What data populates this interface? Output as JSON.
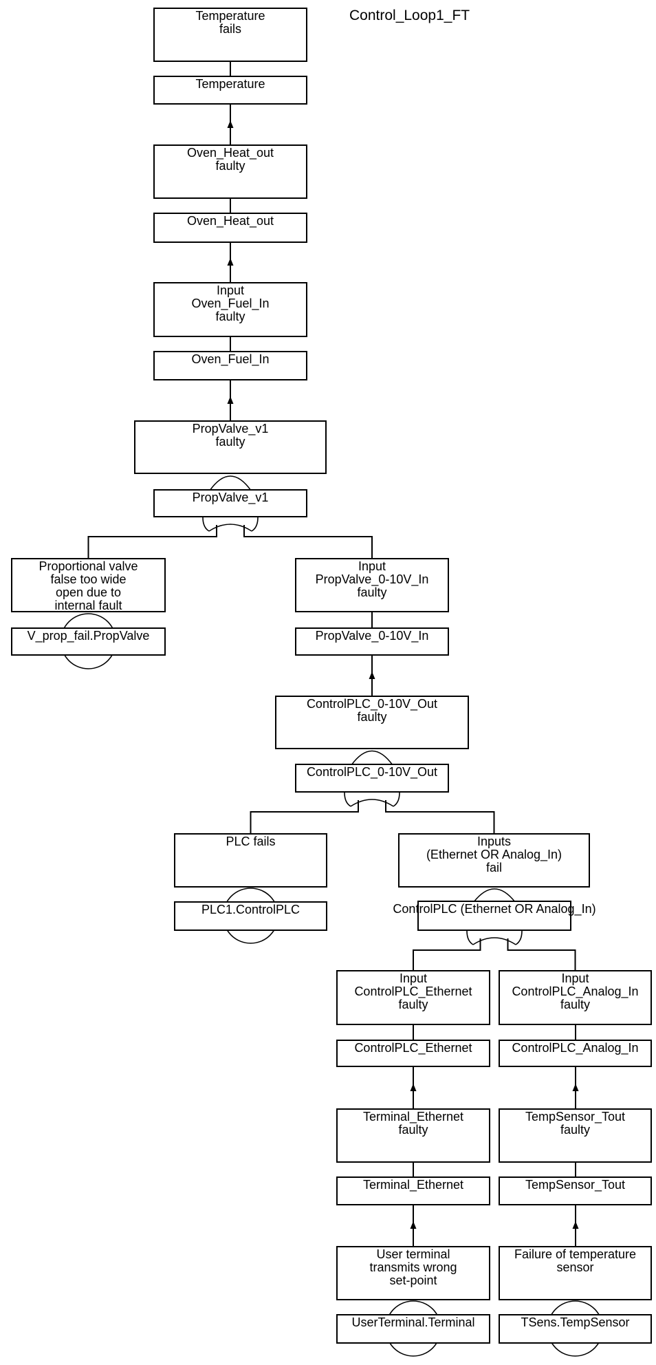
{
  "title": "Control_Loop1_FT",
  "diagram_type": "fault-tree",
  "colors": {
    "line": "#000000",
    "background": "#ffffff",
    "text": "#000000"
  },
  "symbols": {
    "or_gates_under": [
      "PropValve_v1",
      "ControlPLC_0-10V_Out",
      "ControlPLC (Ethernet OR Analog_In)"
    ],
    "basic_event_circles_under": [
      "V_prop_fail.PropValve",
      "PLC1.ControlPLC",
      "UserTerminal.Terminal",
      "TSens.TempSensor"
    ]
  },
  "nodes": {
    "t_fails": {
      "type": "event",
      "lines": [
        "Temperature",
        "fails"
      ]
    },
    "t_port": {
      "type": "ref",
      "label": "Temperature"
    },
    "oho_faulty": {
      "type": "event",
      "lines": [
        "Oven_Heat_out",
        "faulty"
      ]
    },
    "oho_port": {
      "type": "ref",
      "label": "Oven_Heat_out"
    },
    "ofi_faulty": {
      "type": "event",
      "lines": [
        "Input",
        "Oven_Fuel_In",
        "faulty"
      ]
    },
    "ofi_port": {
      "type": "ref",
      "label": "Oven_Fuel_In"
    },
    "pv_faulty": {
      "type": "event",
      "lines": [
        "PropValve_v1",
        "faulty"
      ]
    },
    "pv_comp": {
      "type": "ref",
      "label": "PropValve_v1"
    },
    "prop_valve_event": {
      "type": "event",
      "lines": [
        "Proportional valve",
        "false too wide",
        "open due to",
        "internal fault"
      ]
    },
    "vprop_basic": {
      "type": "ref",
      "label": "V_prop_fail.PropValve"
    },
    "pvin_faulty": {
      "type": "event",
      "lines": [
        "Input",
        "PropValve_0-10V_In",
        "faulty"
      ]
    },
    "pvin_port": {
      "type": "ref",
      "label": "PropValve_0-10V_In"
    },
    "plcout_faulty": {
      "type": "event",
      "lines": [
        "ControlPLC_0-10V_Out",
        "faulty"
      ]
    },
    "plcout_comp": {
      "type": "ref",
      "label": "ControlPLC_0-10V_Out"
    },
    "plc_fails": {
      "type": "event",
      "lines": [
        "PLC fails"
      ]
    },
    "plc1_basic": {
      "type": "ref",
      "label": "PLC1.ControlPLC"
    },
    "inputs_fail": {
      "type": "event",
      "lines": [
        "Inputs",
        "(Ethernet OR Analog_In)",
        "fail"
      ]
    },
    "plc_or_comp": {
      "type": "ref",
      "label": "ControlPLC (Ethernet OR Analog_In)"
    },
    "eth_faulty": {
      "type": "event",
      "lines": [
        "Input",
        "ControlPLC_Ethernet",
        "faulty"
      ]
    },
    "eth_port": {
      "type": "ref",
      "label": "ControlPLC_Ethernet"
    },
    "term_faulty": {
      "type": "event",
      "lines": [
        "Terminal_Ethernet",
        "faulty"
      ]
    },
    "term_port": {
      "type": "ref",
      "label": "Terminal_Ethernet"
    },
    "user_term_event": {
      "type": "event",
      "lines": [
        "User terminal",
        "transmits wrong",
        "set-point"
      ]
    },
    "user_term_basic": {
      "type": "ref",
      "label": "UserTerminal.Terminal"
    },
    "analog_faulty": {
      "type": "event",
      "lines": [
        "Input",
        "ControlPLC_Analog_In",
        "faulty"
      ]
    },
    "analog_port": {
      "type": "ref",
      "label": "ControlPLC_Analog_In"
    },
    "tsens_faulty": {
      "type": "event",
      "lines": [
        "TempSensor_Tout",
        "faulty"
      ]
    },
    "tsens_port": {
      "type": "ref",
      "label": "TempSensor_Tout"
    },
    "sensor_fail_event": {
      "type": "event",
      "lines": [
        "Failure of temperature",
        "sensor"
      ]
    },
    "tsens_basic": {
      "type": "ref",
      "label": "TSens.TempSensor"
    }
  }
}
